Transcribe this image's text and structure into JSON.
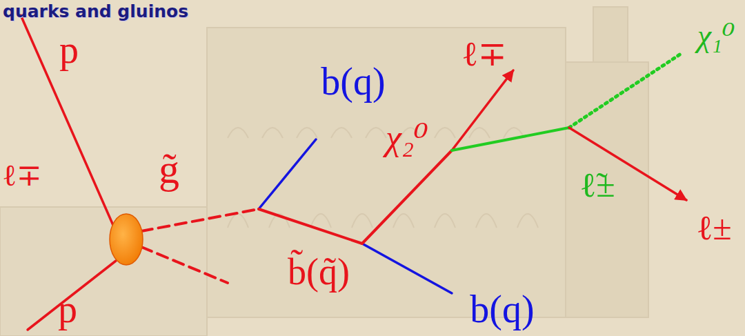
{
  "diagram": {
    "title": "quarks and gluinos",
    "labels": [
      "p",
      "g̃",
      "b(q)",
      "ℓ∓",
      "χ₁⁰",
      "χ₂⁰",
      "ℓ̃±",
      "ℓ±",
      "ℓ∓",
      "b̃(q̃)",
      "b(q)",
      "p"
    ]
  }
}
